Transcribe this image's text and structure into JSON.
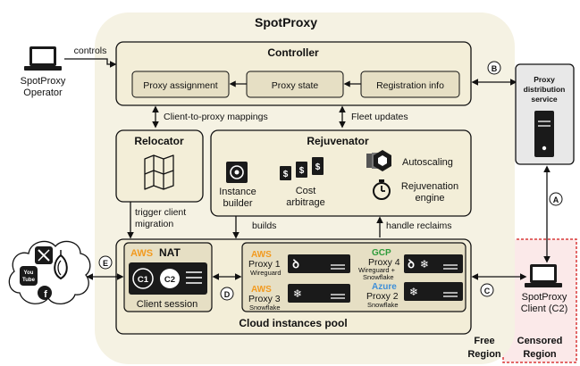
{
  "title": "SpotProxy",
  "operator": {
    "line1": "SpotProxy",
    "line2": "Operator",
    "controls": "controls"
  },
  "controller": {
    "title": "Controller",
    "boxes": [
      "Proxy assignment",
      "Proxy state",
      "Registration info"
    ]
  },
  "links": {
    "mappings": "Client-to-proxy mappings",
    "fleet": "Fleet updates",
    "trigger_line1": "trigger client",
    "trigger_line2": "migration",
    "builds": "builds",
    "reclaims": "handle reclaims"
  },
  "relocator": {
    "title": "Relocator"
  },
  "rejuvenator": {
    "title": "Rejuvenator",
    "autoscaling": "Autoscaling",
    "engine_line1": "Rejuvenation",
    "engine_line2": "engine",
    "builder_line1": "Instance",
    "builder_line2": "builder",
    "cost_line1": "Cost",
    "cost_line2": "arbitrage"
  },
  "distribution": {
    "line1": "Proxy",
    "line2": "distribution",
    "line3": "service"
  },
  "pool": {
    "title": "Cloud instances pool",
    "nat": {
      "provider": "AWS",
      "label": "NAT",
      "c1": "C1",
      "c2": "C2",
      "session": "Client session"
    },
    "proxies": [
      {
        "provider": "AWS",
        "name": "Proxy 1",
        "protocol": "Wireguard"
      },
      {
        "provider": "AWS",
        "name": "Proxy 3",
        "protocol": "Snowflake"
      },
      {
        "provider": "GCP",
        "name": "Proxy 4",
        "protocol_line1": "Wireguard +",
        "protocol_line2": "Snowflake"
      },
      {
        "provider": "Azure",
        "name": "Proxy 2",
        "protocol": "Snowflake"
      }
    ]
  },
  "client": {
    "line1": "SpotProxy",
    "line2": "Client (C2)"
  },
  "regions": {
    "free_line1": "Free",
    "free_line2": "Region",
    "censored_line1": "Censored",
    "censored_line2": "Region"
  },
  "markers": [
    "A",
    "B",
    "C",
    "D",
    "E"
  ],
  "services": {
    "youtube_1": "You",
    "youtube_2": "Tube"
  },
  "colors": {
    "region_bg": "#f5f2e3",
    "box_bg": "#f3eed8",
    "inner_box": "#e6dfc4",
    "censored": "#d93a3a",
    "aws": "#f29a1f",
    "gcp": "#2e9c3b",
    "azure": "#3f8fd8",
    "dark": "#1a1a1a"
  }
}
